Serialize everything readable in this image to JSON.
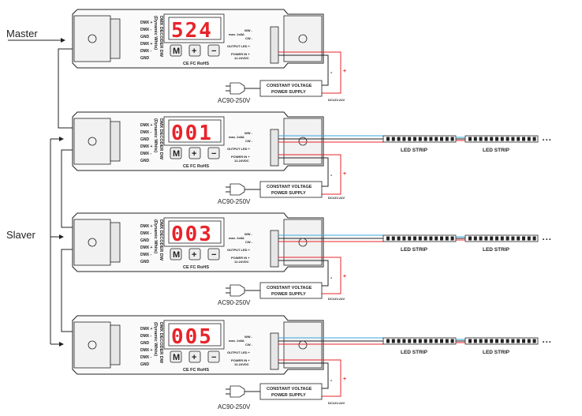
{
  "labels": {
    "master": "Master",
    "slaver": "Slaver"
  },
  "decoder": {
    "title": "DMX DECODER DW",
    "subtitle": "(Dynamic White)",
    "dmx_pins": [
      "DMX +",
      "DMX -",
      "GND",
      "DMX +",
      "DMX -",
      "GND"
    ],
    "output_labels": [
      "WW -",
      "max. 2x8A",
      "CW -",
      "OUTPUT LED +",
      "POWER IN +",
      "12-24VDC",
      "-"
    ],
    "buttons": [
      "M",
      "+",
      "−"
    ],
    "cert": "CE FC RoHS"
  },
  "units": [
    {
      "display": "524",
      "role": "master",
      "has_strip": false
    },
    {
      "display": "001",
      "role": "slaver",
      "has_strip": true
    },
    {
      "display": "003",
      "role": "slaver",
      "has_strip": true
    },
    {
      "display": "005",
      "role": "slaver",
      "has_strip": true
    }
  ],
  "power_supply": {
    "line1": "CONSTANT VOLTAGE",
    "line2": "POWER SUPPLY",
    "ac_label": "AC90-250V",
    "dc_label": "DC12V-24V",
    "plus": "+",
    "minus": "-"
  },
  "strip": {
    "label": "LED STRIP",
    "ellipsis": "• • •"
  },
  "colors": {
    "red_wire": "#e8242b",
    "blue_wire": "#3aa7e0",
    "black_wire": "#222222",
    "led_display": "#e8242b"
  }
}
